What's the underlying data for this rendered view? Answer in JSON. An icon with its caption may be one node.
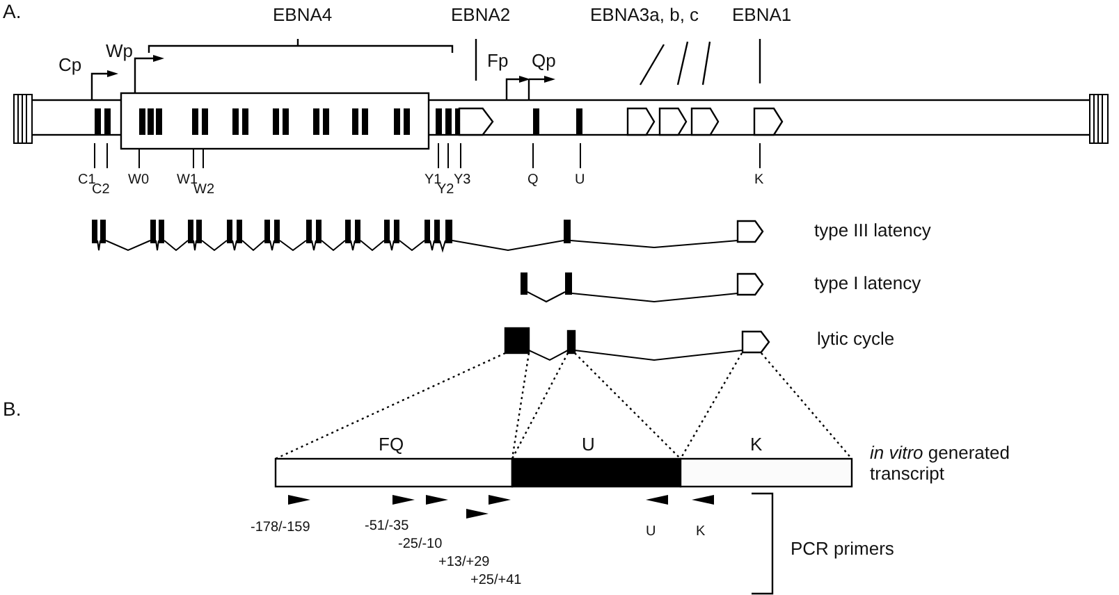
{
  "diagram": {
    "nodes": [
      {
        "text": [],
        "shape": "box"
      },
      {
        "text": [],
        "shape": "bar"
      },
      {
        "text": [],
        "shape": "pentagon"
      },
      {
        "text": [],
        "shape": "bar",
        "beside": [
          "FQ"
        ]
      },
      {
        "text": [],
        "shape": "bar",
        "beside": [
          "U"
        ]
      },
      {
        "text": [],
        "shape": "bar",
        "beside": [
          "K"
        ]
      }
    ],
    "edges": [
      {
        "from": 0,
        "to": 3,
        "arrow": "none",
        "style": "dashed"
      },
      {
        "from": 0,
        "to": 3,
        "arrow": "none",
        "style": "dashed"
      },
      {
        "from": 1,
        "to": 4,
        "arrow": "none",
        "style": "dashed"
      },
      {
        "from": 1,
        "to": 4,
        "arrow": "none",
        "style": "dashed"
      },
      {
        "from": 2,
        "to": 5,
        "arrow": "none",
        "style": "dashed"
      },
      {
        "from": 2,
        "to": 5,
        "arrow": "none",
        "style": "dashed"
      },
      {
        "from": 0,
        "to": 1,
        "arrow": "none"
      },
      {
        "from": 1,
        "to": 2,
        "arrow": "none"
      }
    ],
    "labels": [
      "A.",
      "EBNA4",
      "EBNA2",
      "EBNA3a, b, c",
      "EBNA1",
      "Cp",
      "Wp",
      "Fp",
      "Qp",
      "C1",
      "C2",
      "W0",
      "W1",
      "W2",
      "Y1",
      "Y2",
      "Y3",
      "Q",
      "U",
      "K",
      "type III latency",
      "type I latency",
      "lytic cycle",
      "B.",
      "*in vitro* generated transcript",
      "-178/-159",
      "-51/-35",
      "-25/-10",
      "+13/+29",
      "+25/+41",
      "U",
      "K",
      "PCR primers"
    ]
  }
}
